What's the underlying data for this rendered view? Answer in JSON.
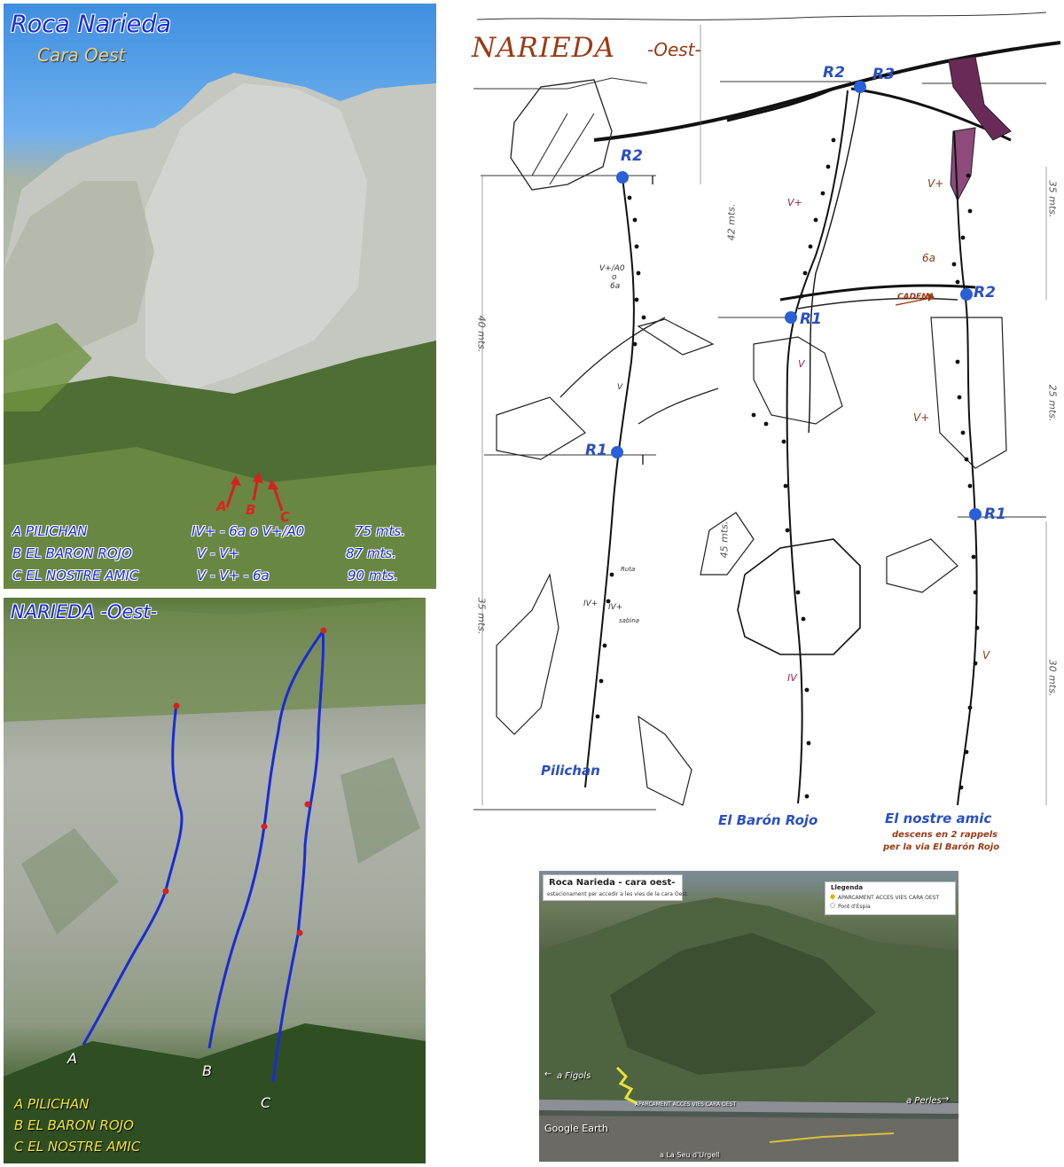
{
  "photo_top": {
    "title": "Roca Narieda",
    "subtitle": "Cara Oest",
    "markers": [
      "A",
      "B",
      "C"
    ],
    "routes": [
      {
        "name": "A  PILICHAN",
        "grades": "IV+ - 6a o V+/A0",
        "length": "75 mts."
      },
      {
        "name": "B  EL BARON ROJO",
        "grades": "V - V+",
        "length": "87 mts."
      },
      {
        "name": "C  EL NOSTRE AMIC",
        "grades": "V - V+ - 6a",
        "length": "90 mts."
      }
    ]
  },
  "photo_bottom": {
    "title": "NARIEDA -Oest-",
    "line_labels": [
      "A",
      "B",
      "C"
    ],
    "legend": [
      "A PILICHAN",
      "B EL BARON ROJO",
      "C EL NOSTRE AMIC"
    ]
  },
  "topo": {
    "title": "NARIEDA",
    "subtitle": "-Oest-",
    "belays": {
      "r2_top": "R2",
      "r3_top": "R3",
      "pilichan_r2": "R2",
      "pilichan_r1": "R1",
      "baron_r1": "R1",
      "amic_r2": "R2",
      "amic_r1": "R1"
    },
    "grades": {
      "pilichan_upper": "V+/A0",
      "pilichan_or": "o",
      "pilichan_6a": "6a",
      "pilichan_v": "V",
      "pilichan_iv1": "IV+",
      "pilichan_iv2": "IV+",
      "pilichan_note1": "Ruta",
      "pilichan_note2": "sabina",
      "baron_v1": "V+",
      "baron_v2": "V",
      "baron_iv": "IV",
      "amic_v1": "V+",
      "amic_6a": "6a",
      "amic_v2": "V+",
      "amic_v3": "V"
    },
    "lengths": {
      "l42": "42 mts.",
      "l35a": "35 mts.",
      "l40": "40 mts.",
      "l25": "25 mts.",
      "l45": "45 mts.",
      "l35b": "35 mts.",
      "l30": "30 mts."
    },
    "cadena": "CADENA",
    "route_names": {
      "pilichan": "Pilichan",
      "baron": "El Barón Rojo",
      "amic": "El nostre amic"
    },
    "descent_note_1": "descens en 2 rappels",
    "descent_note_2": "per la via El Barón Rojo"
  },
  "map": {
    "title": "Roca Narieda - cara oest-",
    "subtitle": "estacionament per accedir a les vies de la cara Oest.",
    "legend_title": "Llegenda",
    "legend_items": [
      "APARCAMENT ACCES VIES CARA OEST",
      "Pont d'Espia"
    ],
    "arrow_left": "a Figols",
    "arrow_right": "a Perles",
    "parking_label": "APARCAMENT ACCES VIES CARA OEST",
    "brand": "Google Earth",
    "bottom_label": "a La Seu d'Urgell"
  },
  "colors": {
    "route_blue": "#1a2bd6",
    "belay_blue": "#2a5fd8",
    "topo_brown": "#9b3a14",
    "marker_red": "#d22222",
    "legend_yellow": "#f3e33a"
  }
}
